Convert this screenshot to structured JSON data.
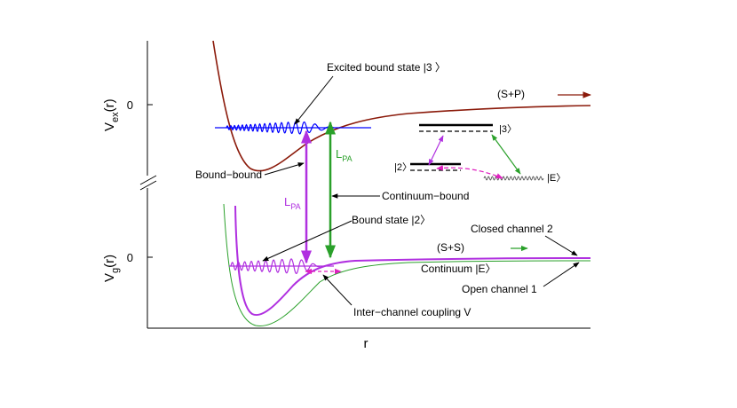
{
  "axes": {
    "x_label": "r",
    "y_label_upper_main": "V",
    "y_label_upper_sub": "ex",
    "y_label_upper_suffix": "(r)",
    "y_label_lower_main": "V",
    "y_label_lower_sub": "g",
    "y_label_lower_suffix": "(r)",
    "tick_upper": "0",
    "tick_lower": "0"
  },
  "annotations": {
    "excited_bound_state": "Excited bound state |3 〉",
    "s_plus_p": "(S+P)",
    "bound_bound": "Bound−bound",
    "continuum_bound": "Continuum−bound",
    "bound_state_2": "Bound state |2〉",
    "closed_channel_2": "Closed channel 2",
    "s_plus_s": "(S+S)",
    "continuum_e": "Continuum |E〉",
    "open_channel_1": "Open channel 1",
    "inter_channel_coupling": "Inter−channel coupling V"
  },
  "laser_labels": {
    "lpa_magenta_main": "L",
    "lpa_magenta_sub": "PA",
    "lpa_green_main": "L",
    "lpa_green_sub": "PA"
  },
  "inset": {
    "level_3": "|3〉",
    "level_2": "|2〉",
    "level_e": "|E〉"
  },
  "colors": {
    "excited_potential": "#8B1A0A",
    "wavefunction_excited": "#0000FF",
    "closed_channel": "#B030E0",
    "open_channel": "#2AA02A",
    "coupling_arrow": "#E020C0",
    "axis": "#000000"
  }
}
